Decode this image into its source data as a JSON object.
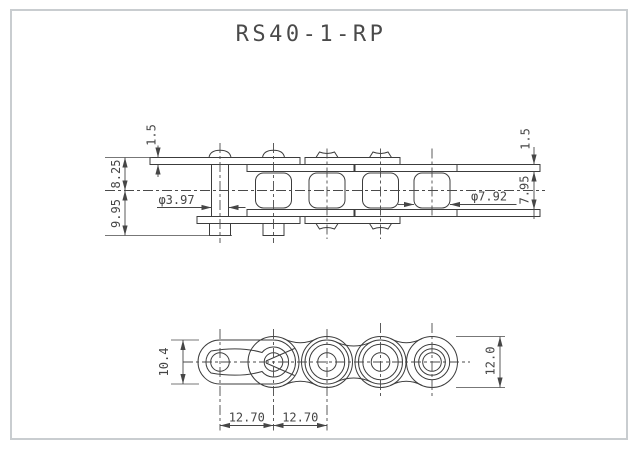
{
  "title": "RS40-1-RP",
  "plan_view": {
    "dim_plate_thickness_left": "1.5",
    "dim_pin_length_upper": "8.25",
    "dim_pin_length_lower": "9.95",
    "dim_pin_diameter": "φ3.97",
    "dim_roller_diameter": "φ7.92",
    "dim_inner_width": "7.95",
    "dim_plate_thickness_right": "1.5"
  },
  "side_view": {
    "dim_outer_plate_height": "10.4",
    "dim_pitch_left": "12.70",
    "dim_pitch_right": "12.70",
    "dim_inner_plate_height": "12.0"
  },
  "colors": {
    "line": "#3c3c3c",
    "dim_text": "#454545",
    "border": "#c9cdd0",
    "background": "#ffffff"
  }
}
